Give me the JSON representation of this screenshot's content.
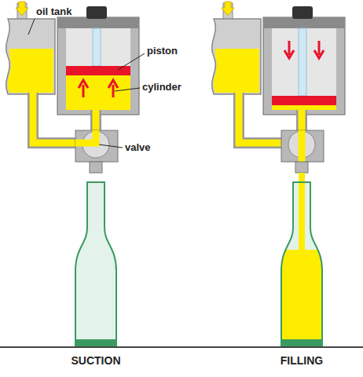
{
  "diagram": {
    "labels": [
      "oil tank",
      "piston",
      "cylinder",
      "valve",
      "SUCTION",
      "FILLING"
    ]
  }
}
